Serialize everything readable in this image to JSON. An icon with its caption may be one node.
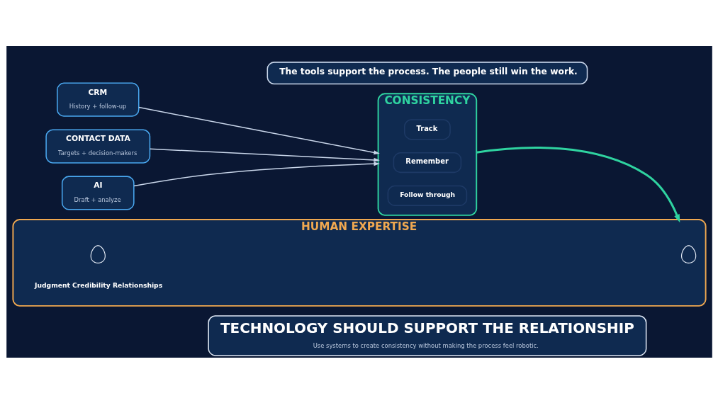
{
  "diagram": {
    "nodes": [
      {
        "text": [
          "TECHNOLOGY SHOULD SUPPORT THE RELATIONSHIP",
          "Use systems to create consistency without making the process feel robotic."
        ]
      },
      {
        "text": [
          "CRM",
          "History + follow-up"
        ]
      },
      {
        "text": [
          "CONTACT DATA",
          "Targets + decision-makers"
        ]
      },
      {
        "text": [
          "AI",
          "Draft + analyze"
        ]
      },
      {
        "text": [
          "CONSISTENCY"
        ]
      },
      {
        "text": [
          "Track"
        ],
        "in": 4
      },
      {
        "text": [
          "Remember"
        ],
        "in": 4
      },
      {
        "text": [
          "Follow through"
        ],
        "in": 4
      },
      {
        "text": [
          "HUMAN EXPERTISE",
          "Judgment Credibility Relationships"
        ]
      },
      {
        "text": [],
        "shape": "person",
        "in": 8
      },
      {
        "text": [],
        "shape": "person",
        "in": 8
      },
      {
        "text": [
          "The tools support the process. The people still win the work."
        ]
      }
    ],
    "edges": [
      {
        "from": 1,
        "to": 4,
        "arrow": "to"
      },
      {
        "from": 2,
        "to": 4,
        "arrow": "to"
      },
      {
        "from": 3,
        "to": 4,
        "arrow": "to"
      },
      {
        "from": 4,
        "to": 8,
        "arrow": "to",
        "style": "thick",
        "color": "#2fd3a0"
      }
    ]
  }
}
